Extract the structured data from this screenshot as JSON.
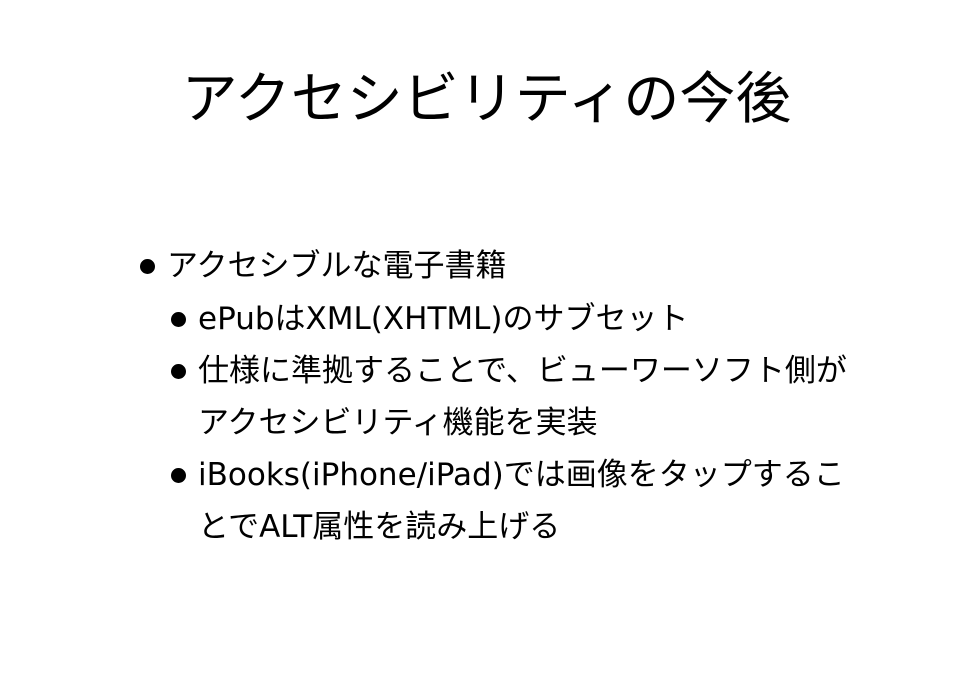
{
  "slide": {
    "title": "アクセシビリティの今後",
    "bullets": [
      {
        "level": 1,
        "lines": [
          "アクセシブルな電子書籍"
        ]
      },
      {
        "level": 2,
        "lines": [
          "ePubはXML(XHTML)のサブセット"
        ]
      },
      {
        "level": 2,
        "lines": [
          "仕様に準拠することで、ビューワーソフト側が",
          "アクセシビリティ機能を実装"
        ]
      },
      {
        "level": 2,
        "lines": [
          "iBooks(iPhone/iPad)では画像をタップするこ",
          "とでALT属性を読み上げる"
        ]
      }
    ]
  }
}
